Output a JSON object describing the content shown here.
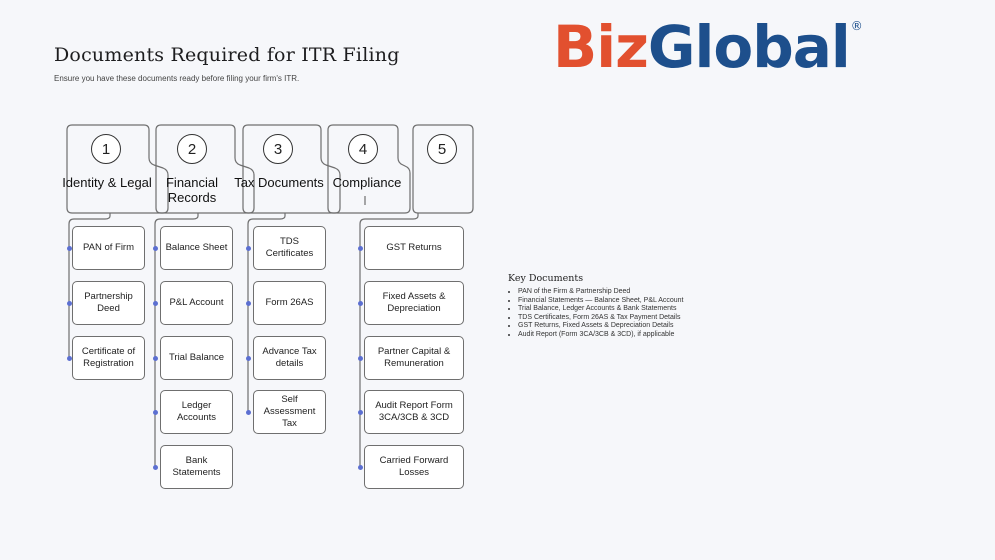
{
  "header": {
    "title": "Documents Required for ITR Filing",
    "subtitle": "Ensure you have these documents ready before filing your firm's ITR."
  },
  "logo": {
    "part1": "Biz",
    "part2": "Global",
    "registered": "®",
    "colors": {
      "biz": "#e2502f",
      "global": "#1d4f8c"
    }
  },
  "columns": [
    {
      "number": "1",
      "label": "Identity & Legal",
      "items": [
        "PAN of Firm",
        "Partnership Deed",
        "Certificate of Registration"
      ]
    },
    {
      "number": "2",
      "label": "Financial Records",
      "items": [
        "Balance Sheet",
        "P&L Account",
        "Trial Balance",
        "Ledger Accounts",
        "Bank Statements"
      ]
    },
    {
      "number": "3",
      "label": "Tax Documents",
      "items": [
        "TDS Certificates",
        "Form 26AS",
        "Advance Tax details",
        "Self Assessment Tax"
      ]
    },
    {
      "number": "4",
      "label": "Compliance",
      "items": [
        "GST Returns",
        "Fixed Assets & Depreciation",
        "Partner Capital & Remuneration",
        "Audit Report Form 3CA/3CB & 3CD",
        "Carried Forward Losses"
      ]
    },
    {
      "number": "5",
      "label": "",
      "items": []
    }
  ],
  "key_documents": {
    "heading": "Key Documents",
    "items": [
      "PAN of the Firm & Partnership Deed",
      "Financial Statements — Balance Sheet, P&L Account",
      "Trial Balance, Ledger Accounts & Bank Statements",
      "TDS Certificates, Form 26AS & Tax Payment Details",
      "GST Returns, Fixed Assets & Depreciation Details",
      "Audit Report (Form 3CA/3CB & 3CD), if applicable"
    ]
  },
  "colors": {
    "connector_dot": "#5c6fd1",
    "outline": "#6f6f6f"
  }
}
